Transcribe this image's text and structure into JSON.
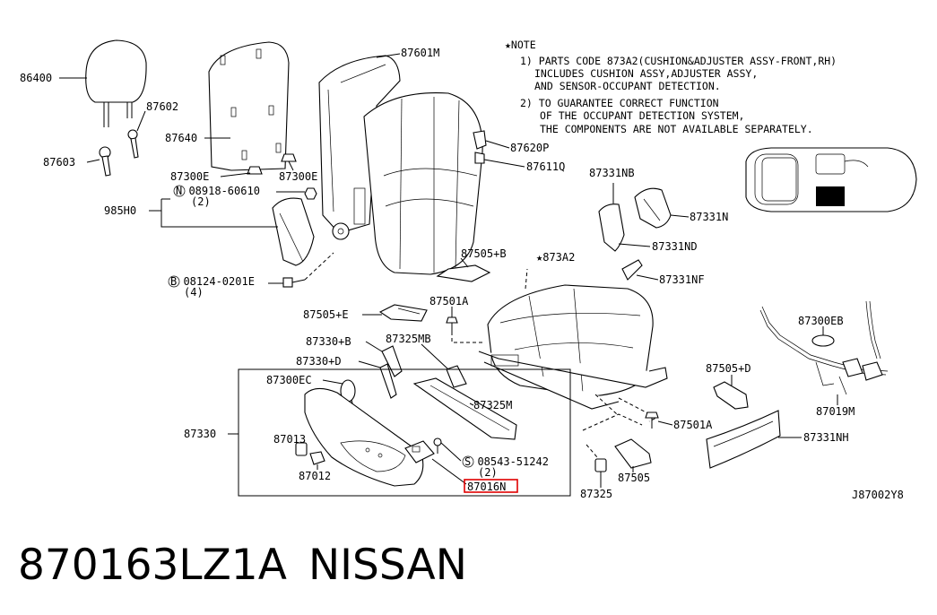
{
  "note": {
    "header": "★NOTE",
    "lines": [
      "1) PARTS CODE 873A2(CUSHION&ADJUSTER ASSY-FRONT,RH)",
      "INCLUDES CUSHION ASSY,ADJUSTER ASSY,",
      "AND SENSOR-OCCUPANT DETECTION.",
      "2) TO GUARANTEE CORRECT FUNCTION",
      "OF THE OCCUPANT DETECTION SYSTEM,",
      "THE COMPONENTS ARE NOT AVAILABLE SEPARATELY."
    ]
  },
  "labels": {
    "p86400": "86400",
    "p87602": "87602",
    "p87603": "87603",
    "p87640": "87640",
    "p87300e_1": "87300E",
    "p87300e_2": "87300E",
    "p08918": "N 08918-60610",
    "p08918_qty": "(2)",
    "p985h0": "985H0",
    "p08124": "B 08124-0201E",
    "p08124_qty": "(4)",
    "p87601m": "87601M",
    "p87620p": "87620P",
    "p87611q": "87611Q",
    "p87331nb": "87331NB",
    "p87331n": "87331N",
    "p87331nd": "87331ND",
    "p87505b": "87505+B",
    "p873a2": "★873A2",
    "p87331nf": "87331NF",
    "p87501a_1": "87501A",
    "p87505e": "87505+E",
    "p87330b": "87330+B",
    "p87325mb": "87325MB",
    "p87330d": "87330+D",
    "p87300ec": "87300EC",
    "p87325m": "87325M",
    "p87330": "87330",
    "p87013": "87013",
    "p87012": "87012",
    "p08543": "S 08543-51242",
    "p08543_qty": "(2)",
    "p87016n": "87016N",
    "p87501a_2": "87501A",
    "p87505": "87505",
    "p87325": "87325",
    "p87300eb": "87300EB",
    "p87505d": "87505+D",
    "p87019m": "87019M",
    "p87331nh": "87331NH",
    "diagram_code": "J87002Y8"
  },
  "highlight_color": "#e00000",
  "caption": {
    "part_number": "870163LZ1A",
    "brand": "NISSAN"
  }
}
